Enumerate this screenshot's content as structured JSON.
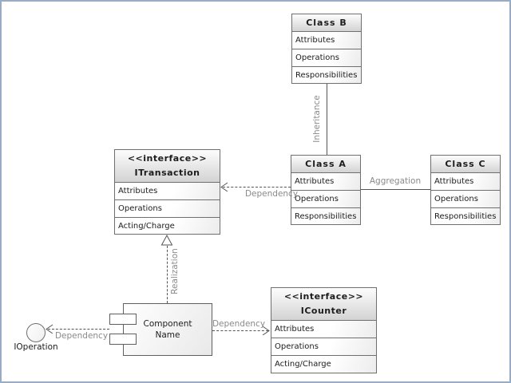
{
  "boxes": {
    "class_b": {
      "title": "Class B",
      "rows": [
        "Attributes",
        "Operations",
        "Responsibilities"
      ]
    },
    "class_a": {
      "title": "Class A",
      "rows": [
        "Attributes",
        "Operations",
        "Responsibilities"
      ]
    },
    "class_c": {
      "title": "Class C",
      "rows": [
        "Attributes",
        "Operations",
        "Responsibilities"
      ]
    },
    "itransaction": {
      "stereotype": "<<interface>>",
      "title": "ITransaction",
      "rows": [
        "Attributes",
        "Operations",
        "Acting/Charge"
      ]
    },
    "icounter": {
      "stereotype": "<<interface>>",
      "title": "ICounter",
      "rows": [
        "Attributes",
        "Operations",
        "Acting/Charge"
      ]
    },
    "component": {
      "title_line1": "Component",
      "title_line2": "Name"
    },
    "ioperation": {
      "label": "IOperation"
    }
  },
  "connectors": {
    "inheritance": {
      "label": "Inheritance",
      "style": "solid",
      "from": "Class A",
      "to": "Class B"
    },
    "aggregation": {
      "label": "Aggregation",
      "style": "solid",
      "from": "Class A",
      "to": "Class C"
    },
    "dependency_a_itransaction": {
      "label": "Dependency",
      "style": "dashed",
      "from": "Class A",
      "to": "ITransaction"
    },
    "realization": {
      "label": "Realization",
      "style": "dashed",
      "from": "Component Name",
      "to": "ITransaction"
    },
    "dependency_component_icounter": {
      "label": "Dependency",
      "style": "dashed",
      "from": "Component Name",
      "to": "ICounter"
    },
    "dependency_component_ioperation": {
      "label": "Dependency",
      "style": "dashed",
      "from": "Component Name",
      "to": "IOperation"
    }
  },
  "colors": {
    "canvas_border": "#9aabc7",
    "box_border": "#6f6f6f",
    "header_gradient_top": "#fdfdfd",
    "header_gradient_bottom": "#d3d3d3",
    "connector": "#555555",
    "connector_label": "#8a8a8a"
  }
}
